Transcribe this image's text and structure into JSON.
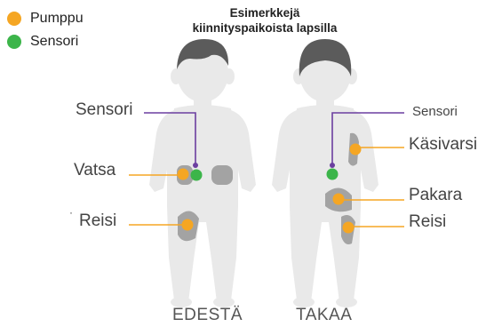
{
  "title": "Esimerkkejä kiinnityspaikoista lapsilla",
  "legend": {
    "pump": {
      "label": "Pumppu",
      "color": "#f5a623"
    },
    "sensor": {
      "label": "Sensori",
      "color": "#3cb54a"
    }
  },
  "front": {
    "view_label": "EDESTÄ",
    "sensor_label": "Sensori",
    "belly_label": "Vatsa",
    "thigh_label": "Reisi"
  },
  "back": {
    "view_label": "TAKAA",
    "sensor_label": "Sensori",
    "arm_label": "Käsivarsi",
    "buttock_label": "Pakara",
    "thigh_label": "Reisi"
  },
  "colors": {
    "body": "#e9e9e9",
    "hair": "#5b5b5b",
    "site_area": "#a3a3a3",
    "line_orange": "#f5a623",
    "line_purple": "#6b3fa0"
  }
}
